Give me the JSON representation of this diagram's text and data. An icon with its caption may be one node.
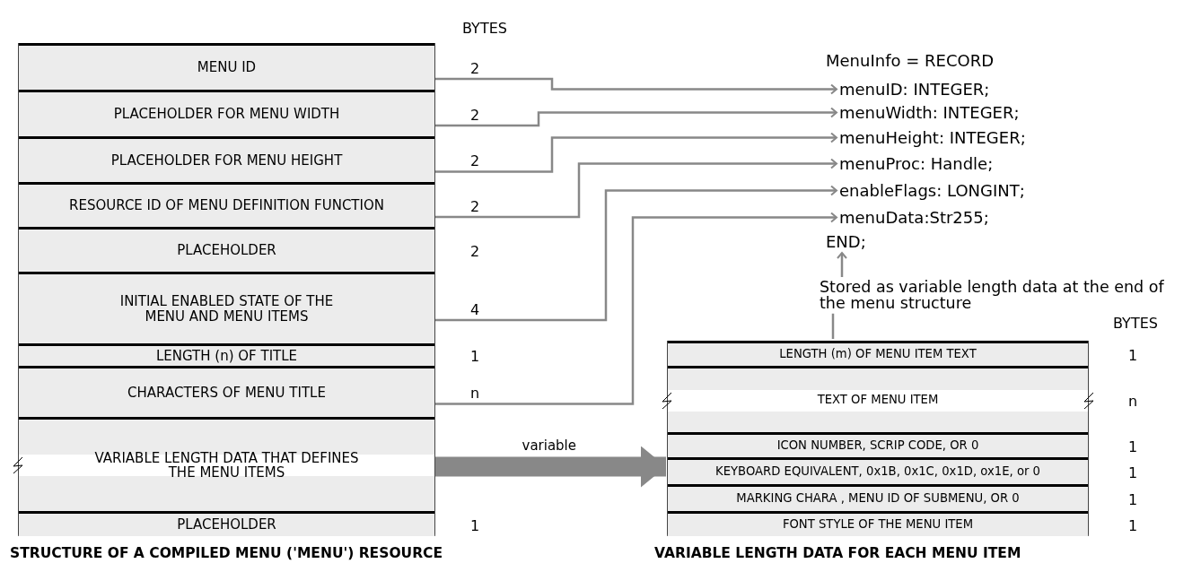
{
  "diagram": {
    "nodes": [
      {
        "text": [
          "STRUCTURE OF A COMPILED MENU ('MENU') RESOURCE"
        ]
      },
      {
        "text": [
          "MENU ID"
        ],
        "in": 0,
        "beside": [
          "2"
        ]
      },
      {
        "text": [
          "PLACEHOLDER FOR MENU WIDTH"
        ],
        "in": 0,
        "beside": [
          "2"
        ]
      },
      {
        "text": [
          "PLACEHOLDER FOR MENU HEIGHT"
        ],
        "in": 0,
        "beside": [
          "2"
        ]
      },
      {
        "text": [
          "RESOURCE ID OF MENU DEFINITION FUNCTION"
        ],
        "in": 0,
        "beside": [
          "2"
        ]
      },
      {
        "text": [
          "PLACEHOLDER"
        ],
        "in": 0,
        "beside": [
          "2"
        ]
      },
      {
        "text": [
          "INITIAL ENABLED STATE OF THE MENU AND MENU ITEMS"
        ],
        "in": 0,
        "beside": [
          "4"
        ]
      },
      {
        "text": [
          "LENGTH (n) OF TITLE"
        ],
        "in": 0,
        "beside": [
          "1"
        ]
      },
      {
        "text": [
          "CHARACTERS OF MENU TITLE"
        ],
        "in": 0,
        "beside": [
          "n"
        ]
      },
      {
        "text": [
          "VARIABLE LENGTH DATA THAT DEFINES THE MENU ITEMS"
        ],
        "in": 0
      },
      {
        "text": [
          "PLACEHOLDER"
        ],
        "in": 0,
        "beside": [
          "1"
        ]
      },
      {
        "text": [
          "menuID: INTEGER;"
        ]
      },
      {
        "text": [
          "menuWidth: INTEGER;"
        ]
      },
      {
        "text": [
          "menuHeight: INTEGER;"
        ]
      },
      {
        "text": [
          "menuProc: Handle;"
        ]
      },
      {
        "text": [
          "enableFlags: LONGINT;"
        ]
      },
      {
        "text": [
          "menuData:Str255;"
        ]
      },
      {
        "text": [
          "END;"
        ]
      },
      {
        "text": [
          "Stored as variable length data at the end of the menu structure"
        ]
      },
      {
        "text": [
          "VARIABLE LENGTH DATA FOR EACH MENU ITEM"
        ]
      },
      {
        "text": [
          "LENGTH (m) OF MENU ITEM TEXT"
        ],
        "in": 19,
        "beside": [
          "1"
        ]
      },
      {
        "text": [
          "TEXT OF MENU ITEM"
        ],
        "in": 19,
        "beside": [
          "n"
        ]
      },
      {
        "text": [
          "ICON NUMBER, SCRIP CODE, OR 0"
        ],
        "in": 19,
        "beside": [
          "1"
        ]
      },
      {
        "text": [
          "KEYBOARD EQUIVALENT, 0x1B, 0x1C, 0x1D, ox1E, or 0"
        ],
        "in": 19,
        "beside": [
          "1"
        ]
      },
      {
        "text": [
          "MARKING CHARA , MENU ID OF SUBMENU, OR 0"
        ],
        "in": 19,
        "beside": [
          "1"
        ]
      },
      {
        "text": [
          "FONT STYLE OF THE MENU ITEM"
        ],
        "in": 19,
        "beside": [
          "1"
        ]
      }
    ],
    "edges": [
      {
        "from": 1,
        "to": 11,
        "arrow": "to"
      },
      {
        "from": 2,
        "to": 12,
        "arrow": "to"
      },
      {
        "from": 3,
        "to": 13,
        "arrow": "to"
      },
      {
        "from": 4,
        "to": 14,
        "arrow": "to"
      },
      {
        "from": 6,
        "to": 15,
        "arrow": "to"
      },
      {
        "from": 8,
        "to": 16,
        "arrow": "to"
      },
      {
        "from": 9,
        "to": 19,
        "arrow": "to",
        "label": "variable",
        "style": "thick"
      },
      {
        "from": 18,
        "to": 17,
        "arrow": "to"
      },
      {
        "from": 19,
        "to": 18,
        "arrow": "none"
      }
    ],
    "labels": [
      "BYTES",
      "MenuInfo = RECORD",
      "BYTES"
    ]
  }
}
